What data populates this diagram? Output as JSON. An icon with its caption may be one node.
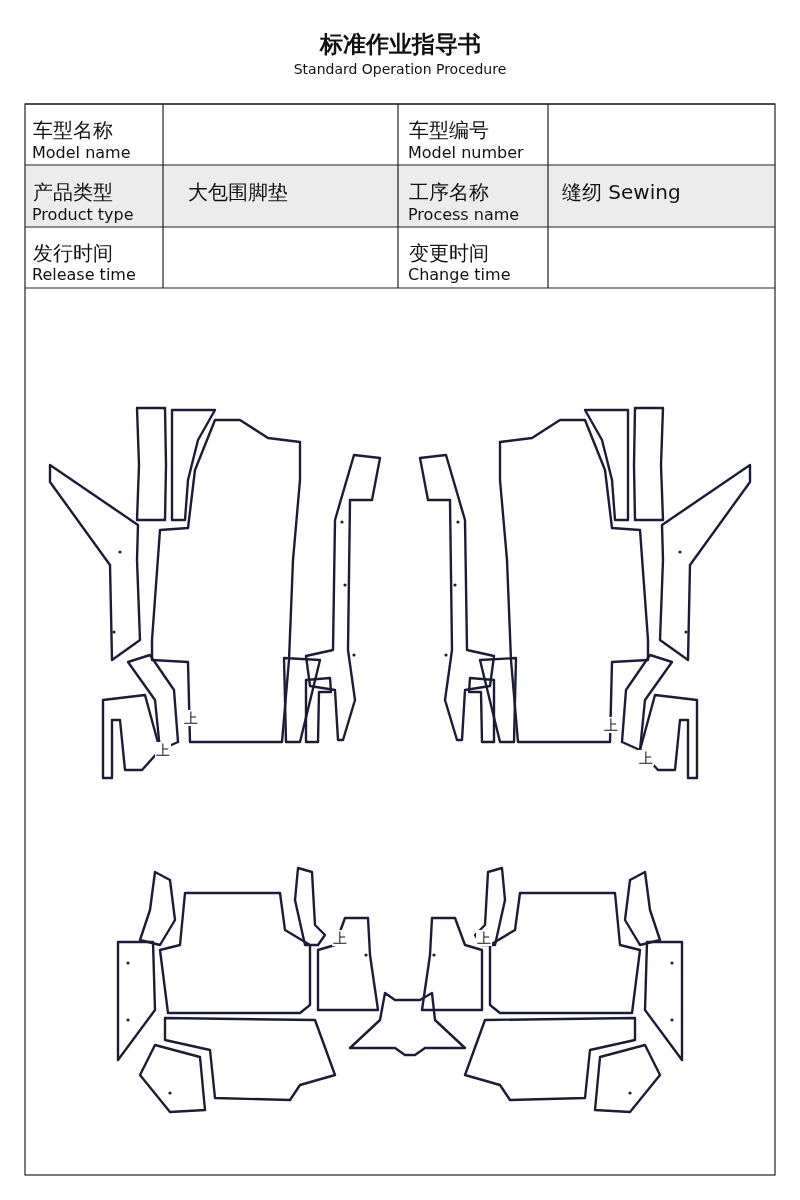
{
  "diagram": {
    "title": "标准作业指导书",
    "labels": [
      "Standard Operation Procedure",
      "车型名称",
      "Model name",
      "车型编号",
      "Model number",
      "产品类型",
      "Product type",
      "大包围脚垫",
      "工序名称",
      "Process name",
      "缝纫 Sewing",
      "发行时间",
      "Release time",
      "变更时间",
      "Change time",
      "上",
      "上",
      "上",
      "上",
      "上",
      "上"
    ]
  }
}
